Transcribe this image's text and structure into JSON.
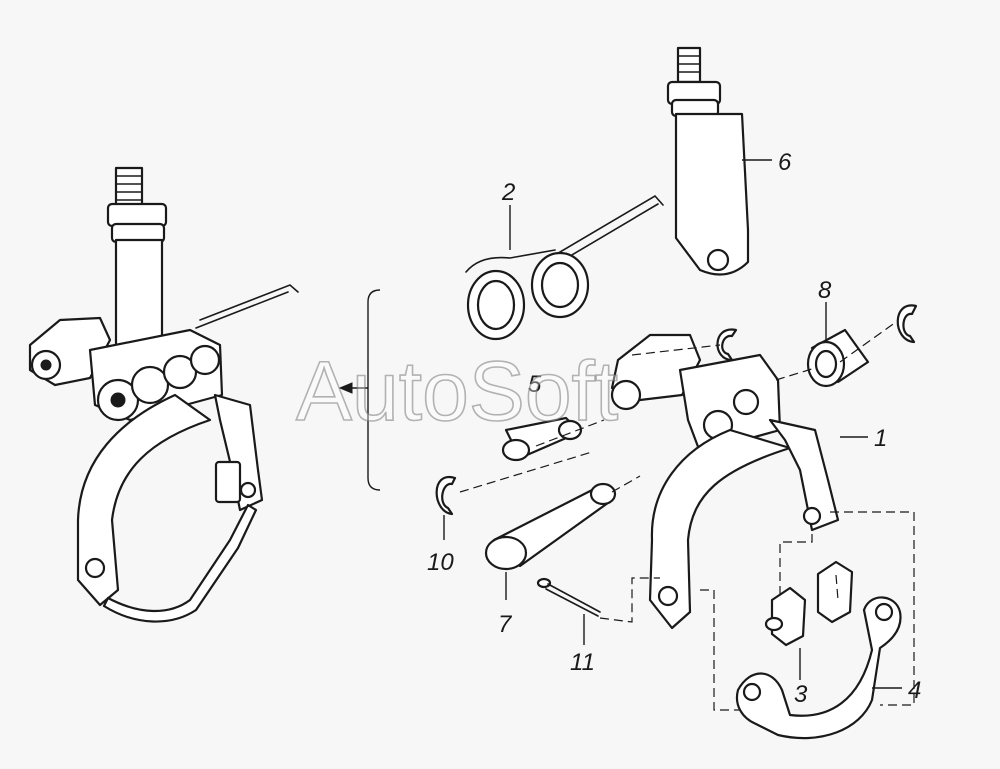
{
  "watermark": "AutoSoft",
  "callouts": [
    {
      "id": "c1",
      "text": "1"
    },
    {
      "id": "c2",
      "text": "2"
    },
    {
      "id": "c3",
      "text": "3"
    },
    {
      "id": "c4",
      "text": "4"
    },
    {
      "id": "c5",
      "text": "5"
    },
    {
      "id": "c6",
      "text": "6"
    },
    {
      "id": "c7",
      "text": "7"
    },
    {
      "id": "c8",
      "text": "8"
    },
    {
      "id": "c10",
      "text": "10"
    },
    {
      "id": "c11",
      "text": "11"
    }
  ]
}
